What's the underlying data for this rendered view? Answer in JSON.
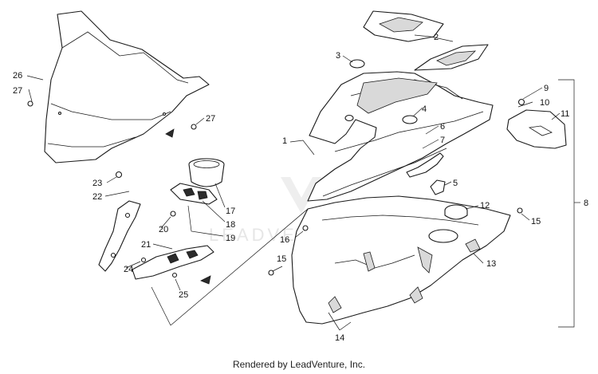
{
  "diagram": {
    "callouts": [
      "1",
      "2",
      "3",
      "4",
      "5",
      "6",
      "7",
      "8",
      "9",
      "10",
      "11",
      "12",
      "13",
      "14",
      "15",
      "15",
      "16",
      "17",
      "18",
      "19",
      "20",
      "21",
      "22",
      "23",
      "24",
      "25",
      "26",
      "27",
      "27"
    ],
    "watermark": "LEADVENTURE",
    "footer": "Rendered by LeadVenture, Inc."
  }
}
